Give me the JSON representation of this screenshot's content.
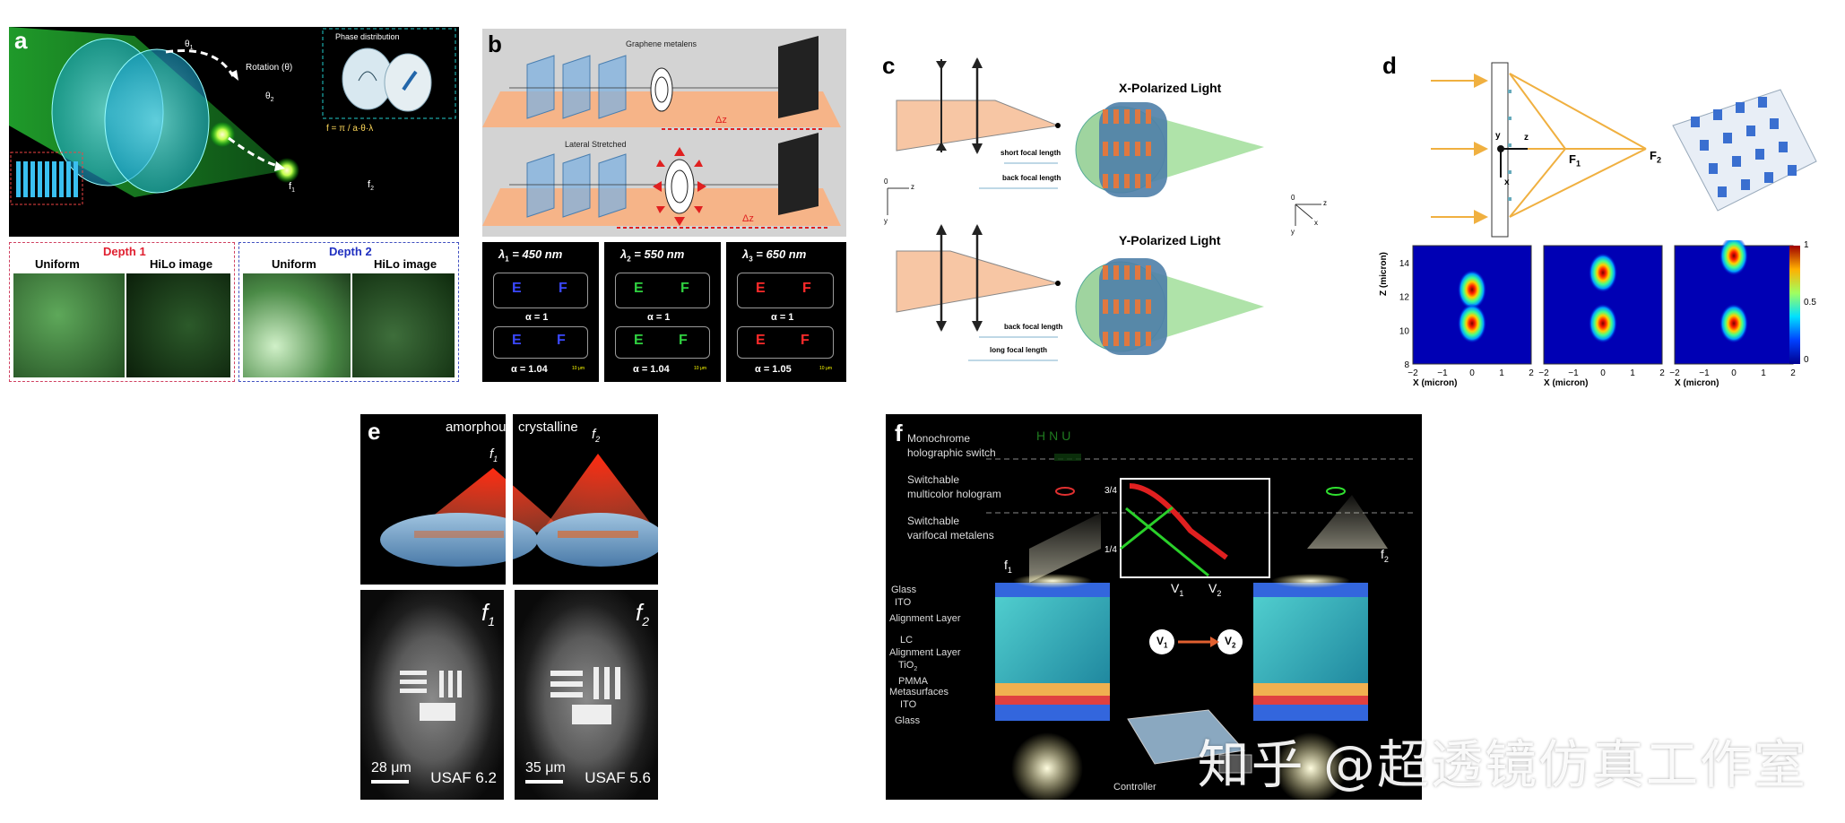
{
  "panel_a": {
    "label": "a",
    "rotation": "Rotation (θ)",
    "theta1": "θ",
    "theta1_sub": "1",
    "theta2": "θ",
    "theta2_sub": "2",
    "phase_title": "Phase distribution",
    "formula": "f = π / a·θ·λ",
    "f1": "f",
    "f1_sub": "1",
    "f2": "f",
    "f2_sub": "2",
    "depth1": "Depth 1",
    "depth2": "Depth 2",
    "uniform1": "Uniform",
    "hilo1": "HiLo image",
    "uniform2": "Uniform",
    "hilo2": "HiLo image"
  },
  "panel_b": {
    "label": "b",
    "graphene": "Graphene metalens",
    "lateral": "Lateral Stretched",
    "dz1": "Δz",
    "dz2": "Δz",
    "lam1": "λ",
    "lam1_sub": "1",
    "lam1_val": " = 450 nm",
    "lam2": "λ",
    "lam2_sub": "2",
    "lam2_val": " = 550 nm",
    "lam3": "λ",
    "lam3_sub": "3",
    "lam3_val": " = 650 nm",
    "alpha1_top": "α = 1",
    "alpha2_top": "α = 1",
    "alpha3_top": "α = 1",
    "alpha1_bot": "α = 1.04",
    "alpha2_bot": "α = 1.04",
    "alpha3_bot": "α = 1.05",
    "scale1": "10 μm",
    "scale2": "10 μm",
    "scale3": "10 μm"
  },
  "panel_c": {
    "label": "c",
    "x_pol": "X-Polarized Light",
    "y_pol": "Y-Polarized Light",
    "short_fl": "short focal length",
    "back_fl1": "back focal length",
    "back_fl2": "back focal length",
    "long_fl": "long focal length",
    "axis_o": "0",
    "axis_z": "z",
    "axis_y": "y",
    "axis2_o": "0",
    "axis2_z": "z",
    "axis2_x": "x",
    "axis2_y": "y"
  },
  "panel_d": {
    "label": "d",
    "y": "y",
    "z": "z",
    "x": "x",
    "F1": "F",
    "F1_sub": "1",
    "F2": "F",
    "F2_sub": "2",
    "ylabel": "Z (micron)",
    "xlabel1": "X (micron)",
    "xlabel2": "X (micron)",
    "xlabel3": "X (micron)",
    "colorbar_ticks": [
      "1",
      "0.5",
      "0"
    ]
  },
  "chart_data": {
    "type": "heatmap",
    "panels": 3,
    "xlabel": "X (micron)",
    "ylabel": "Z (micron)",
    "x_ticks": [
      "−2",
      "−1",
      "0",
      "1",
      "2"
    ],
    "y_ticks": [
      "14",
      "12",
      "10",
      "8"
    ],
    "xlim": [
      -2,
      2
    ],
    "ylim": [
      8,
      15
    ],
    "colorbar": [
      0,
      1
    ],
    "focal_spots": [
      [
        {
          "x": 0,
          "z": 12.4
        },
        {
          "x": 0,
          "z": 10.4
        }
      ],
      [
        {
          "x": 0,
          "z": 13.4
        },
        {
          "x": 0,
          "z": 10.4
        }
      ],
      [
        {
          "x": 0,
          "z": 14.4
        },
        {
          "x": 0,
          "z": 10.4
        }
      ]
    ]
  },
  "panel_e": {
    "label": "e",
    "amorphous": "amorphous",
    "crystalline": "crystalline",
    "f1": "f",
    "f1_sub": "1",
    "f2": "f",
    "f2_sub": "2",
    "f1b": "f",
    "f1b_sub": "1",
    "f2b": "f",
    "f2b_sub": "2",
    "scale1": "28 μm",
    "scale2": "35 μm",
    "usaf1": "USAF 6.2",
    "usaf2": "USAF 5.6"
  },
  "panel_f": {
    "label": "f",
    "mono1": "Monochrome",
    "mono2": "holographic switch",
    "hnu": "HNU",
    "multi1": "Switchable",
    "multi2": "multicolor hologram",
    "vari1": "Switchable",
    "vari2": "varifocal metalens",
    "frac34": "3/4",
    "frac14": "1/4",
    "v1": "V",
    "v1_sub": "1",
    "v2": "V",
    "v2_sub": "2",
    "f1": "f",
    "f1_sub": "1",
    "f2": "f",
    "f2_sub": "2",
    "layers": [
      "Glass",
      "ITO",
      "Alignment Layer",
      "LC",
      "Alignment Layer",
      "TiO",
      "PMMA",
      "Metasurfaces",
      "ITO",
      "Glass"
    ],
    "tio_sub": "2",
    "controller": "Controller",
    "circle_v1": "V",
    "circle_v1_sub": "1",
    "circle_v2": "V",
    "circle_v2_sub": "2"
  },
  "watermark": "知乎 @超透镜仿真工作室"
}
